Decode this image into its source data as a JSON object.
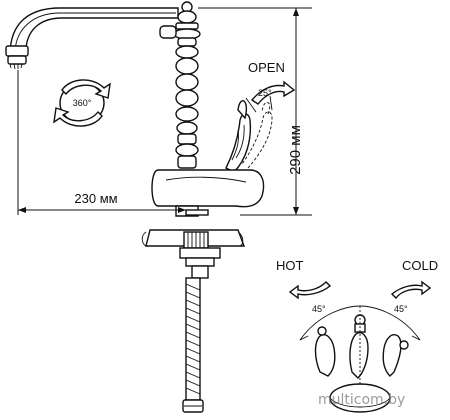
{
  "labels": {
    "open": "OPEN",
    "angle_open": "25°",
    "height": "290 мм",
    "reach": "230 мм",
    "rotation": "360°",
    "hot": "HOT",
    "cold": "COLD",
    "angle_hot": "45°",
    "angle_cold": "45°"
  },
  "watermark": "multicom.by",
  "colors": {
    "line": "#111111",
    "background": "#ffffff",
    "watermark": "#7a7a7a"
  }
}
